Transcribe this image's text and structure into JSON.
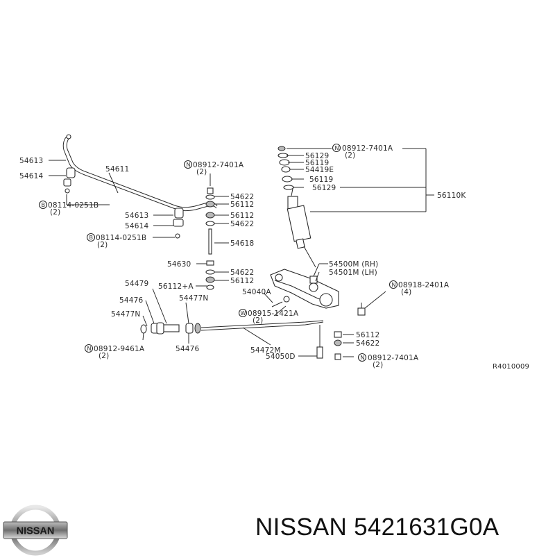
{
  "diagram": {
    "ref_code": "R4010009",
    "parts": {
      "p54613_top": "54613",
      "p54614_top": "54614",
      "p54611": "54611",
      "b08114_top": "08114-0251B",
      "b08114_top_qty": "(2)",
      "p54613_mid": "54613",
      "p54614_mid": "54614",
      "b08114_mid": "08114-0251B",
      "n08912_a": "08912-7401A",
      "n08912_a_qty": "(2)",
      "p54622_a": "54622",
      "p56112_a": "56112",
      "p56112_b": "56112",
      "p54622_b": "54622",
      "p54618": "54618",
      "p54630": "54630",
      "p54622_c": "54622",
      "p56112_c": "56112",
      "p56112A": "56112+A",
      "p54479": "54479",
      "p54476_a": "54476",
      "p54477N_a": "54477N",
      "p54477N_b": "54477N",
      "n08912_9461A": "08912-9461A",
      "n08912_9461A_qty": "(2)",
      "p54476_b": "54476",
      "p54040A": "54040A",
      "w08915": "08915-1421A",
      "w08915_qty": "(2)",
      "p54472M": "54472M",
      "p54050D": "54050D",
      "n08912_b": "08912-7401A",
      "n08912_b_qty": "(2)",
      "p56129_a": "56129",
      "p56119_a": "56119",
      "p54419E": "54419E",
      "p56119_b": "56119",
      "p56129_b": "56129",
      "p56110K": "56110K",
      "p54500M": "54500M (RH)",
      "p54501M": "54501M (LH)",
      "n08918": "08918-2401A",
      "n08918_qty": "(4)",
      "p56112_d": "56112",
      "p54622_d": "54622",
      "n08912_c": "08912-7401A",
      "n08912_c_qty": "(2)"
    },
    "circle_marks": {
      "n": "N",
      "b": "B",
      "w": "W"
    }
  },
  "footer": {
    "brand_caption": "NISSAN 5421631G0A",
    "logo_text": "NISSAN"
  }
}
